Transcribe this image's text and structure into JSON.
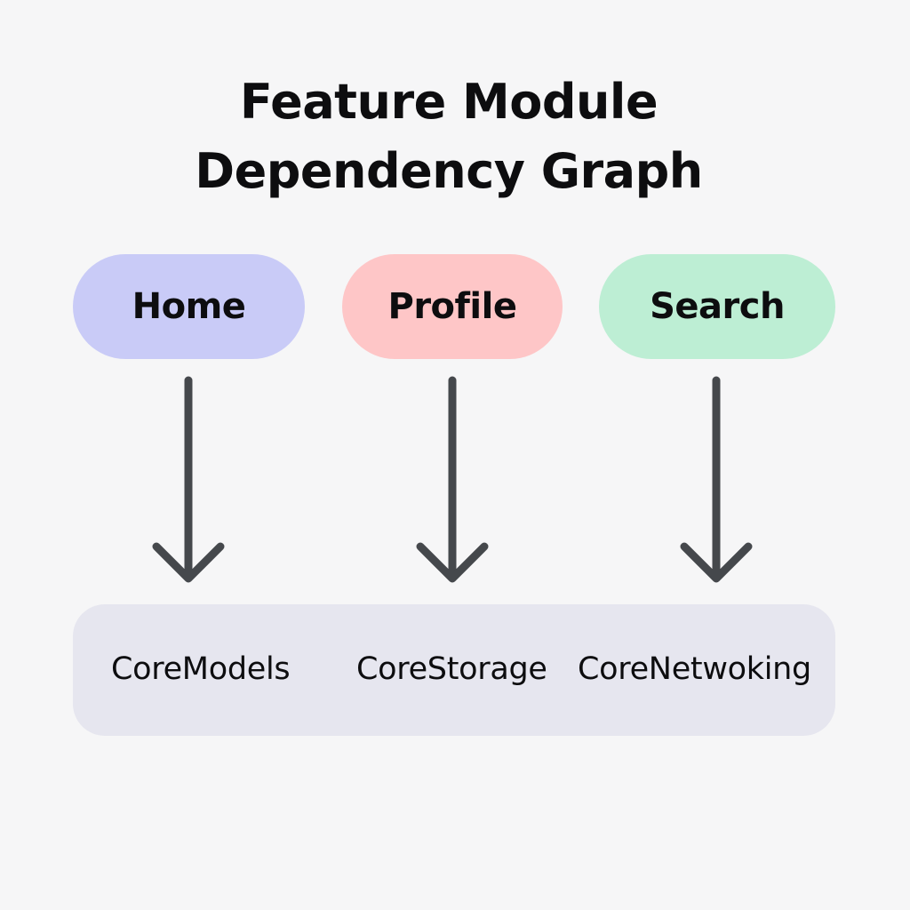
{
  "title": {
    "line1": "Feature Module",
    "line2": "Dependency Graph"
  },
  "modules": [
    {
      "label": "Home",
      "color": "#c9cbf7"
    },
    {
      "label": "Profile",
      "color": "#fec6c7"
    },
    {
      "label": "Search",
      "color": "#bdeed4"
    }
  ],
  "core": {
    "background": "#e6e6ef",
    "items": [
      {
        "label": "CoreModels"
      },
      {
        "label": "CoreStorage"
      },
      {
        "label": "CoreNetwoking"
      }
    ]
  },
  "arrow_color": "#45484c"
}
